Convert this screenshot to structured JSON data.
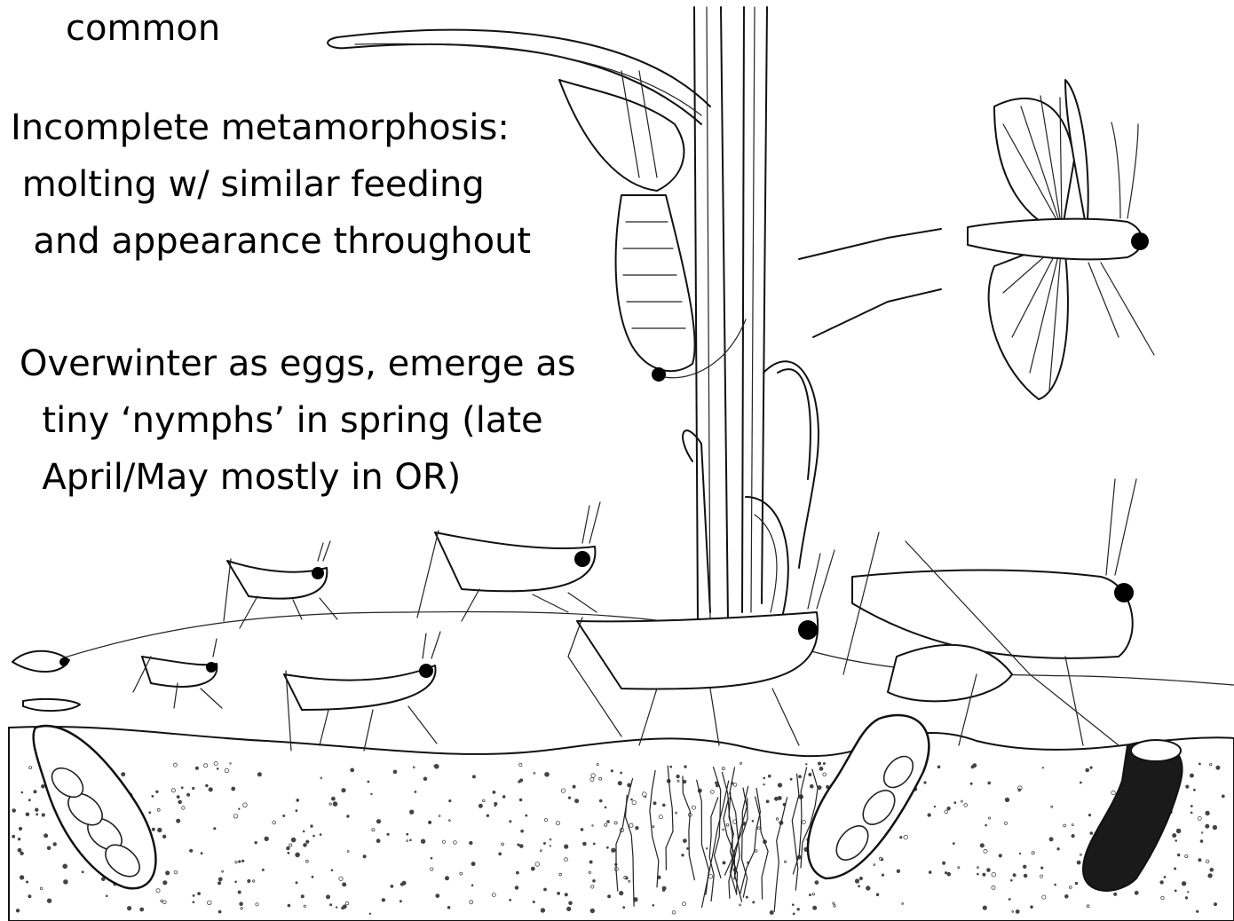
{
  "slide": {
    "heading_fragment": "common",
    "block1_lines": [
      "Incomplete metamorphosis:",
      " molting w/ similar feeding",
      "  and appearance throughout"
    ],
    "block2_lines": [
      "Overwinter as eggs, emerge as",
      "  tiny ‘nymphs’ in spring (late",
      "  April/May mostly in OR)"
    ]
  },
  "illustration": {
    "subject": "grasshopper life cycle",
    "colors": {
      "ink": "#111111",
      "background": "#ffffff",
      "soil_dots": "#444444",
      "soil_dark": "#1a1a1a"
    }
  }
}
